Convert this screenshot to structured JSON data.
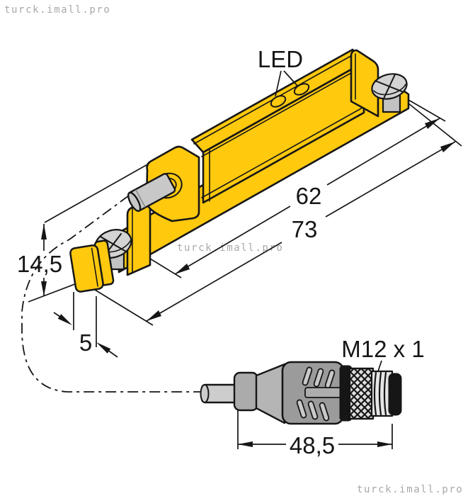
{
  "drawing_title": "sensor-dimensional-drawing",
  "watermarks": {
    "top_left": "turck.imall.pro",
    "center": "turck.imall.pro",
    "bottom_right": "turck.imall.pro"
  },
  "labels": {
    "led": "LED",
    "connector_thread": "M12 x 1"
  },
  "dimensions": {
    "screw_spacing_mm": "62",
    "overall_length_mm": "73",
    "height_mm": "14,5",
    "end_cap_width_mm": "5",
    "connector_length_mm": "48,5"
  },
  "colors": {
    "body_yellow": "#ffc90e",
    "outline": "#161616",
    "metal_light": "#d3d3d3",
    "metal_mid": "#c2c2c2",
    "barrel_gray": "#c8c8c8",
    "cable_gray": "#cdcdcd",
    "connector_gray": "#9b9b9b",
    "connector_slot_gray": "#c9c9c9",
    "knurl_gray": "#dedede",
    "thread_gray": "#e6e6e6",
    "watermark_gray": "#a8a8a8"
  }
}
